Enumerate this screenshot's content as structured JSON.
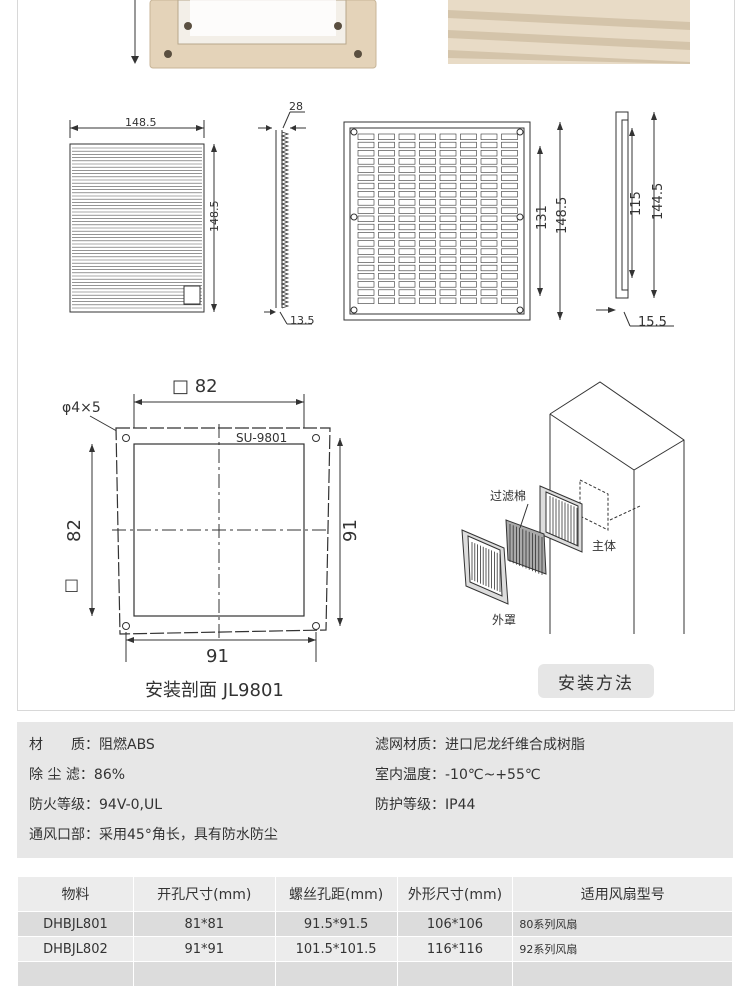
{
  "drawings": {
    "front_width": "148.5",
    "front_height": "148.5",
    "side_depth_top": "28",
    "side_depth_bottom": "13.5",
    "back_inner": "131",
    "back_outer": "148.5",
    "side2_inner": "115",
    "side2_outer": "144.5",
    "side2_depth": "15.5"
  },
  "cutout": {
    "hole_spec": "φ4×5",
    "top_size": "□ 82",
    "left_size": "82",
    "left_square": "□",
    "model_label": "SU-9801",
    "right_pitch": "91",
    "bottom_pitch": "91",
    "caption": "安装剖面 JL9801"
  },
  "install": {
    "filter_label": "过滤棉",
    "body_label": "主体",
    "cover_label": "外罩",
    "button_label": "安装方法"
  },
  "specs": [
    {
      "key": "材　　质：",
      "value": "阻燃ABS"
    },
    {
      "key": "滤网材质：",
      "value": "进口尼龙纤维合成树脂"
    },
    {
      "key": "除 尘 滤：",
      "value": "86%"
    },
    {
      "key": "室内温度：",
      "value": "-10℃~+55℃"
    },
    {
      "key": "防火等级：",
      "value": "94V-0,UL"
    },
    {
      "key": "防护等级：",
      "value": "IP44"
    },
    {
      "key": "通风口部：",
      "value": "采用45°角长，具有防水防尘"
    }
  ],
  "table": {
    "headers": [
      "物料",
      "开孔尺寸(mm)",
      "螺丝孔距(mm)",
      "外形尺寸(mm)",
      "适用风扇型号"
    ],
    "rows": [
      [
        "DHBJL801",
        "81*81",
        "91.5*91.5",
        "106*106",
        "80系列风扇"
      ],
      [
        "DHBJL802",
        "91*91",
        "101.5*101.5",
        "116*116",
        "92系列风扇"
      ]
    ]
  },
  "colors": {
    "product_beige": "#e6d6be",
    "line": "#333333",
    "spec_bg": "#e7e7e7"
  }
}
